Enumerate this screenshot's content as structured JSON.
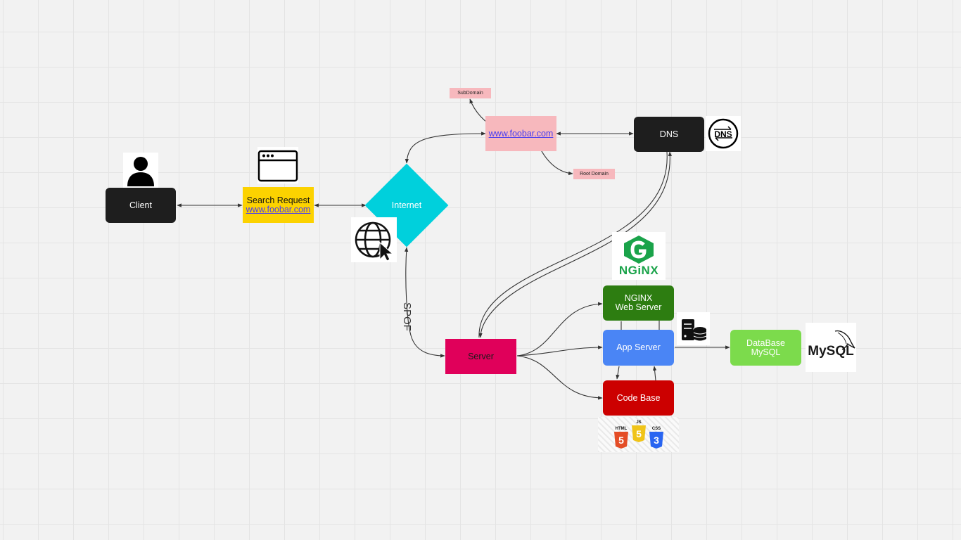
{
  "nodes": {
    "client": "Client",
    "search_title": "Search Request",
    "search_link": "www.foobar.com",
    "internet": "Internet",
    "url": "www.foobar.com",
    "dns": "DNS",
    "server": "Server",
    "nginx_line1": "NGINX",
    "nginx_line2": "Web Server",
    "app_server": "App Server",
    "code_base": "Code Base",
    "db_line1": "DataBase",
    "db_line2": "MySQL"
  },
  "tags": {
    "subdomain": "SubDomain",
    "root_domain": "Root Domain"
  },
  "edge_labels": {
    "spof": "SPOF"
  },
  "logos": {
    "dns": "DNS",
    "nginx": "NGiNX",
    "mysql": "MySQL",
    "html": "HTML",
    "js": "JS",
    "css": "CSS"
  },
  "colors": {
    "client": "#1e1e1e",
    "search": "#fcd200",
    "internet": "#00d0dc",
    "url": "#f7b8bd",
    "dns": "#1e1e1e",
    "server": "#e0005a",
    "nginx": "#2d7d11",
    "app_server": "#4a85f5",
    "code_base": "#cc0000",
    "database": "#7cdb4c"
  }
}
